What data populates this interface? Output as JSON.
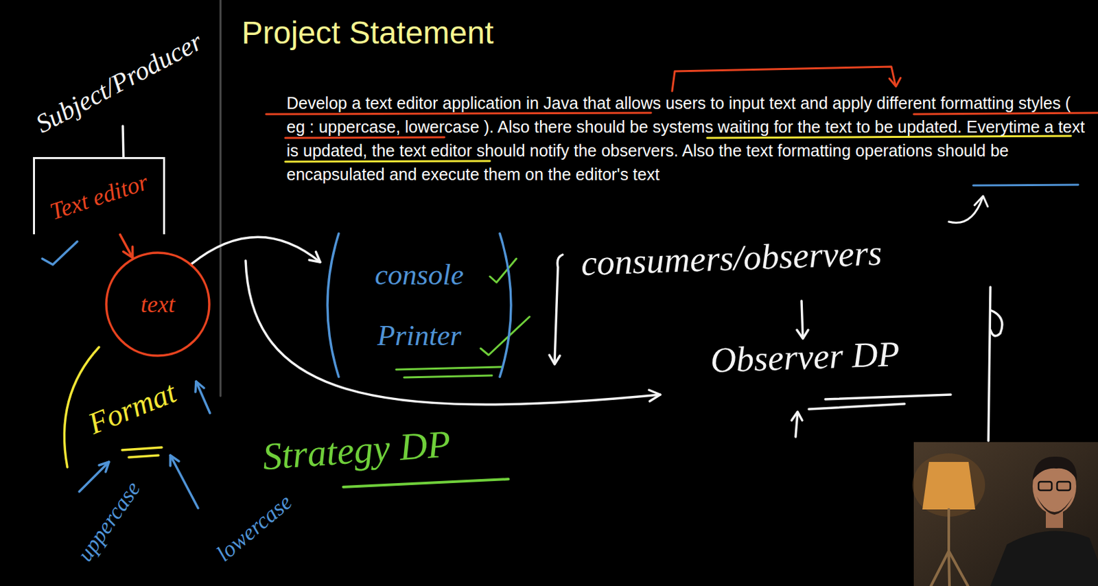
{
  "diagram": {
    "title": "Project Statement",
    "nodes": [
      {
        "text": [
          "Text editor"
        ]
      },
      {
        "text": [
          "text"
        ]
      },
      {
        "text": [
          "console",
          "Printer"
        ]
      }
    ],
    "edges": [
      {
        "from": 0,
        "to": 1,
        "arrow": "to"
      },
      {
        "from": 1,
        "to": 2,
        "arrow": "to"
      }
    ],
    "labels": [
      "Develop a text editor application in Java that allows users to input text and apply different formatting styles ( eg : uppercase, lowercase ). Also there should be systems waiting for the text to be updated. Everytime a text is updated, the text editor should notify the observers. Also the text formatting operations should be encapsulated and execute them on the editor's text",
      "Subject/Producer",
      "Format",
      "uppercase",
      "lowercase",
      "Strategy DP",
      "consumers/observers",
      "Observer DP"
    ]
  }
}
